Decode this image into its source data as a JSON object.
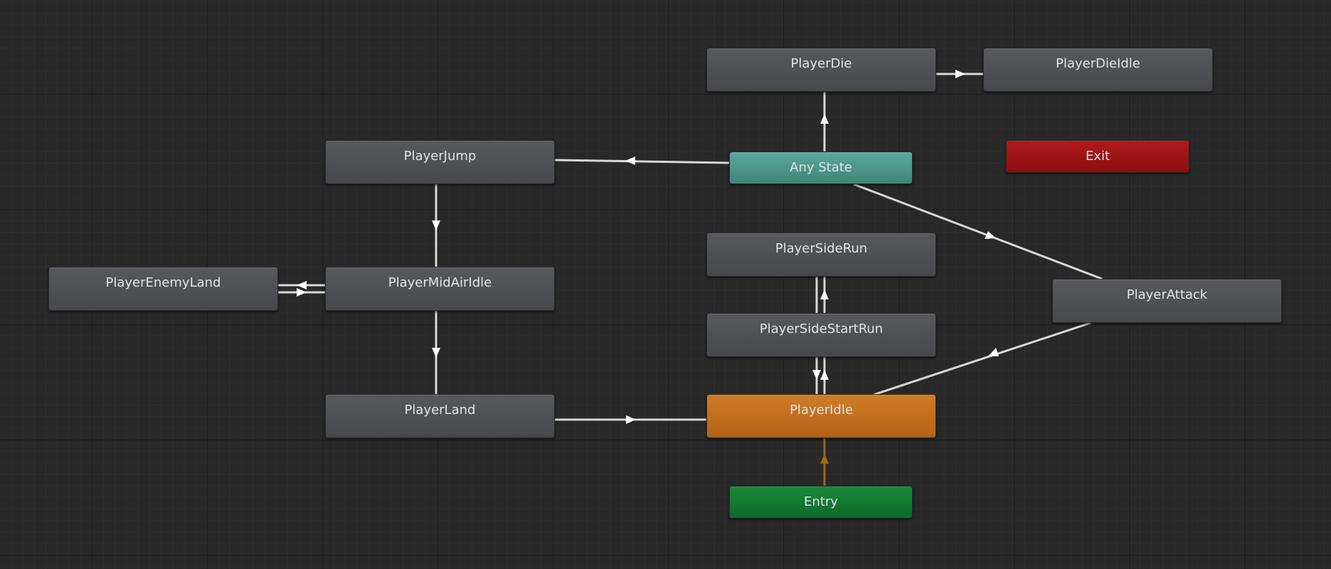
{
  "window": {
    "title": "Animator"
  },
  "colors": {
    "canvas": "#282828",
    "state": "#4e5054",
    "any_state": "#4f978b",
    "exit": "#9e1515",
    "entry": "#137a33",
    "default_state": "#c16f1f",
    "transition": "#d8d8d8",
    "entry_transition": "#9a6a12"
  },
  "states": {
    "player_die": "PlayerDie",
    "player_die_idle": "PlayerDieIdle",
    "player_jump": "PlayerJump",
    "any_state": "Any State",
    "exit": "Exit",
    "player_side_run": "PlayerSideRun",
    "player_enemy_land": "PlayerEnemyLand",
    "player_mid_air_idle": "PlayerMidAirIdle",
    "player_attack": "PlayerAttack",
    "player_side_start_run": "PlayerSideStartRun",
    "player_land": "PlayerLand",
    "player_idle": "PlayerIdle",
    "entry": "Entry"
  },
  "transitions": [
    {
      "from": "any_state",
      "to": "player_die"
    },
    {
      "from": "player_die",
      "to": "player_die_idle"
    },
    {
      "from": "any_state",
      "to": "player_jump"
    },
    {
      "from": "player_jump",
      "to": "player_mid_air_idle"
    },
    {
      "from": "player_mid_air_idle",
      "to": "player_enemy_land"
    },
    {
      "from": "player_enemy_land",
      "to": "player_mid_air_idle"
    },
    {
      "from": "player_mid_air_idle",
      "to": "player_land"
    },
    {
      "from": "player_land",
      "to": "player_idle"
    },
    {
      "from": "any_state",
      "to": "player_attack"
    },
    {
      "from": "player_attack",
      "to": "player_idle"
    },
    {
      "from": "player_idle",
      "to": "player_side_start_run"
    },
    {
      "from": "player_side_start_run",
      "to": "player_idle"
    },
    {
      "from": "player_side_start_run",
      "to": "player_side_run"
    },
    {
      "from": "player_side_run",
      "to": "player_side_start_run"
    },
    {
      "from": "entry",
      "to": "player_idle"
    }
  ]
}
